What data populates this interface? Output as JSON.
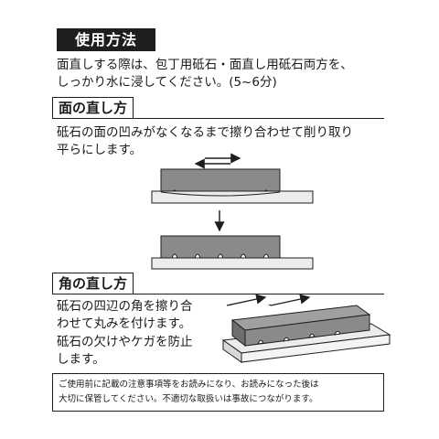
{
  "title": "使用方法",
  "intro": {
    "line1": "面直しする際は、包丁用砥石・面直し用砥石両方を、",
    "line2": "しっかり水に浸してください。(5~6分)"
  },
  "section_face": {
    "heading": "面の直し方",
    "line1": "砥石の面の凹みがなくなるまで擦り合わせて削り取り",
    "line2": "平らにします。"
  },
  "section_corner": {
    "heading": "角の直し方",
    "line1": "砥石の四辺の角を擦り合",
    "line2": "わせて丸みを付けます。",
    "line3": "砥石の欠けやケガを防止",
    "line4": "します。"
  },
  "note": {
    "line1": "ご使用前に記載の注意事項等をお読みになり、お読みになった後は",
    "line2": "大切に保管してください。不適切な取扱いは事故につながります。"
  },
  "icons": {
    "double_arrow": "double-arrow-icon",
    "down_arrow": "down-arrow-icon"
  },
  "colors": {
    "ink": "#1e1e1e",
    "stone_dark": "#8a8a8a",
    "stone_light": "#ececec"
  }
}
